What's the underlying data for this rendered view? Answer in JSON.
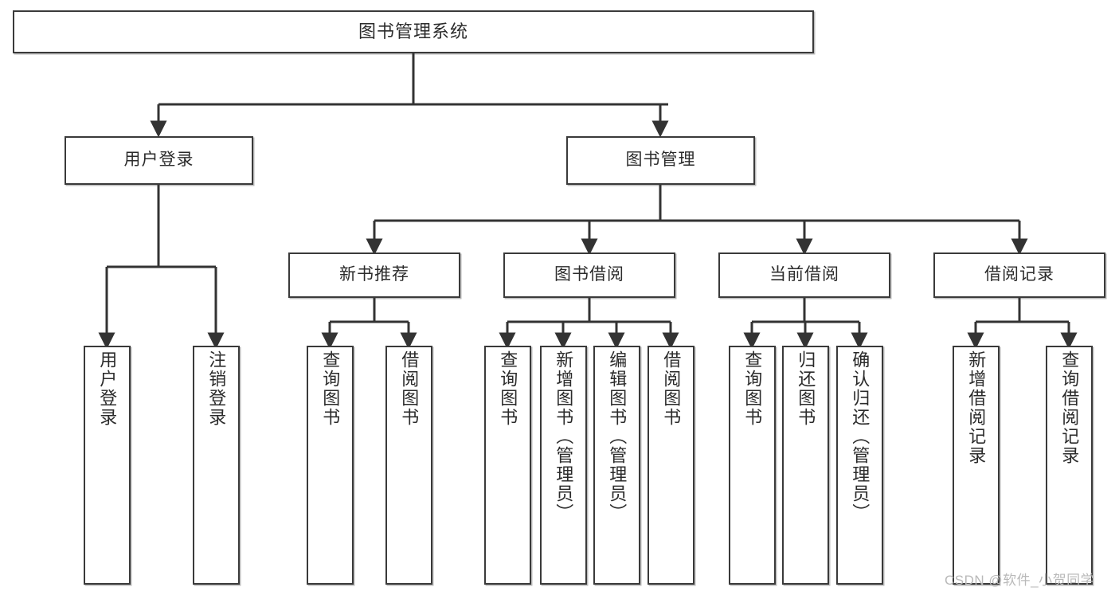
{
  "diagram": {
    "type": "tree-hierarchy",
    "title": "图书管理系统",
    "root": {
      "label": "图书管理系统"
    },
    "level2": [
      {
        "label": "用户登录"
      },
      {
        "label": "图书管理"
      }
    ],
    "level3": [
      {
        "label": "新书推荐"
      },
      {
        "label": "图书借阅"
      },
      {
        "label": "当前借阅"
      },
      {
        "label": "借阅记录"
      }
    ],
    "leaves": {
      "user_login": [
        {
          "label": "用户登录"
        },
        {
          "label": "注销登录"
        }
      ],
      "new_book_recommend": [
        {
          "label": "查询图书"
        },
        {
          "label": "借阅图书"
        }
      ],
      "book_borrow": [
        {
          "label": "查询图书"
        },
        {
          "label": "新增图书（管理员）"
        },
        {
          "label": "编辑图书（管理员）"
        },
        {
          "label": "借阅图书"
        }
      ],
      "current_borrow": [
        {
          "label": "查询图书"
        },
        {
          "label": "归还图书"
        },
        {
          "label": "确认归还（管理员）"
        }
      ],
      "borrow_record": [
        {
          "label": "新增借阅记录"
        },
        {
          "label": "查询借阅记录"
        }
      ]
    }
  },
  "watermark": {
    "text": "CSDN @软件_小贺同学"
  },
  "colors": {
    "box_border": "#3a3a3a",
    "box_fill": "#ffffff",
    "text": "#2b2b2b",
    "connector": "#333333",
    "watermark": "#b9b9b9"
  }
}
